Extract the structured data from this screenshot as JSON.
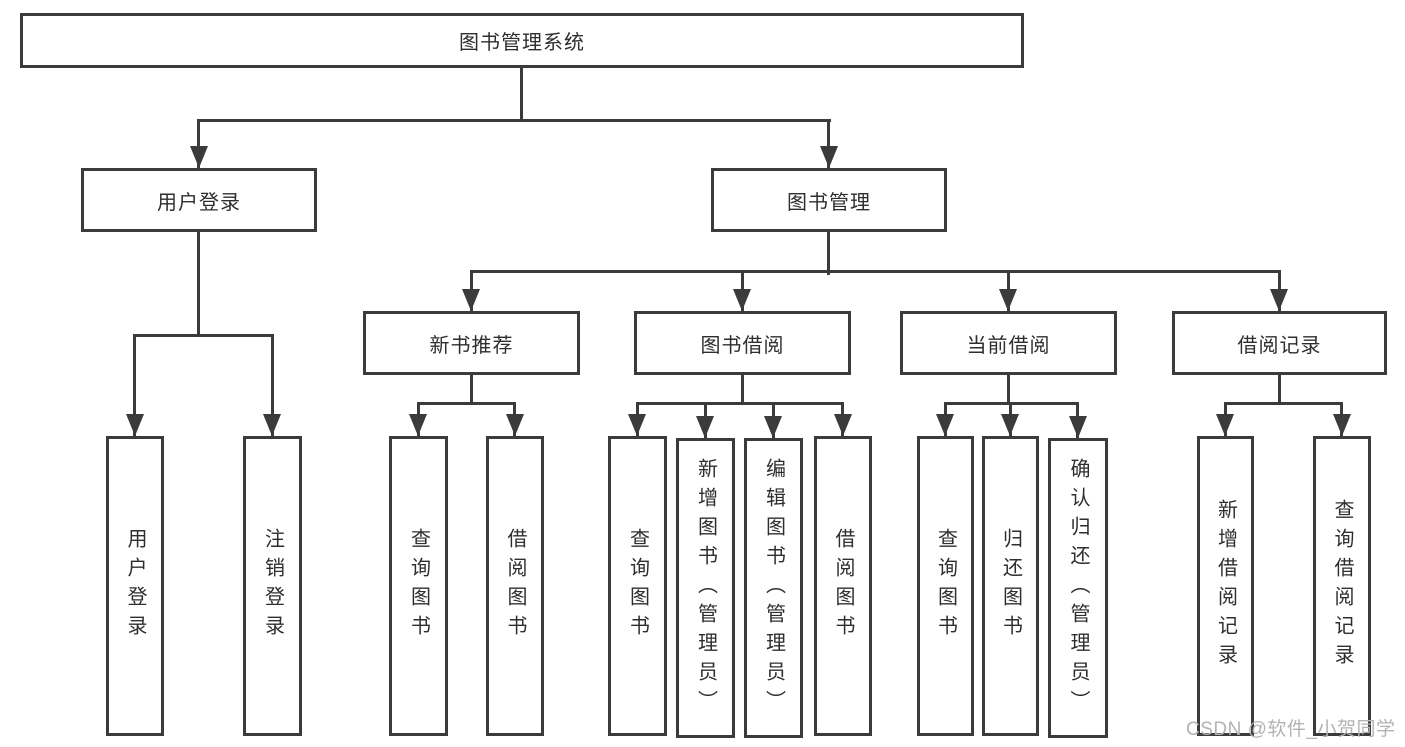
{
  "colors": {
    "line": "#3b3b3b",
    "text": "#2e2e2e",
    "watermark": "#b3b3b3",
    "background": "#ffffff"
  },
  "watermark": {
    "text": "CSDN @软件_小贺同学"
  },
  "tree": {
    "label": "图书管理系统",
    "children": [
      {
        "label": "用户登录",
        "children": [
          {
            "label": "用户登录"
          },
          {
            "label": "注销登录"
          }
        ]
      },
      {
        "label": "图书管理",
        "children": [
          {
            "label": "新书推荐",
            "children": [
              {
                "label": "查询图书"
              },
              {
                "label": "借阅图书"
              }
            ]
          },
          {
            "label": "图书借阅",
            "children": [
              {
                "label": "查询图书"
              },
              {
                "label": "新增图书（管理员）"
              },
              {
                "label": "编辑图书（管理员）"
              },
              {
                "label": "借阅图书"
              }
            ]
          },
          {
            "label": "当前借阅",
            "children": [
              {
                "label": "查询图书"
              },
              {
                "label": "归还图书"
              },
              {
                "label": "确认归还（管理员）"
              }
            ]
          },
          {
            "label": "借阅记录",
            "children": [
              {
                "label": "新增借阅记录"
              },
              {
                "label": "查询借阅记录"
              }
            ]
          }
        ]
      }
    ]
  }
}
